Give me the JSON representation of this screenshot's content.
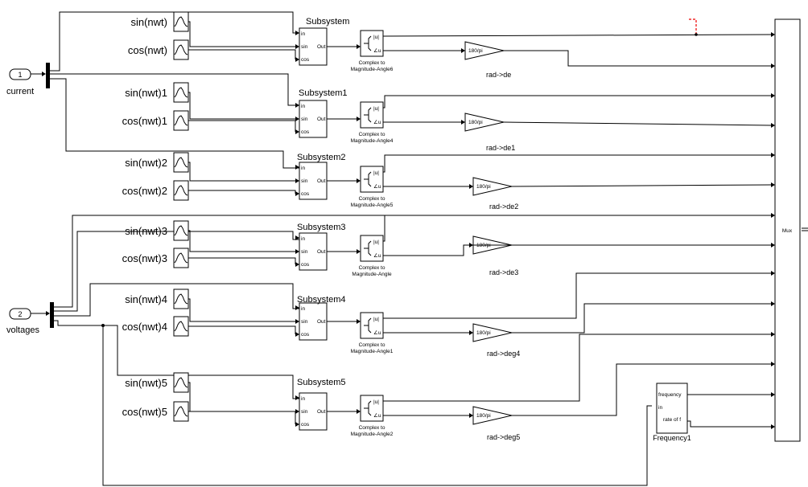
{
  "inports": [
    {
      "num": "1",
      "label": "current"
    },
    {
      "num": "2",
      "label": "voltages"
    }
  ],
  "subsystems": [
    {
      "title": "Subsystem",
      "port_in": "in",
      "port_sin": "sin",
      "port_cos": "cos",
      "port_out": "Out",
      "sin_src": "sin(nwt)",
      "cos_src": "cos(nwt)",
      "complex_line1": "Complex to",
      "complex_line2": "Magnitude-Angle6",
      "mag": "|u|",
      "ang": "∠u",
      "gain": "180/pi",
      "gain_label": "rad->de"
    },
    {
      "title": "Subsystem1",
      "port_in": "in",
      "port_sin": "sin",
      "port_cos": "cos",
      "port_out": "Out",
      "sin_src": "sin(nwt)1",
      "cos_src": "cos(nwt)1",
      "complex_line1": "Complex to",
      "complex_line2": "Magnitude-Angle4",
      "mag": "|u|",
      "ang": "∠u",
      "gain": "180/pi",
      "gain_label": "rad->de1"
    },
    {
      "title": "Subsystem2",
      "port_in": "in",
      "port_sin": "sin",
      "port_cos": "cos",
      "port_out": "Out",
      "sin_src": "sin(nwt)2",
      "cos_src": "cos(nwt)2",
      "complex_line1": "Complex to",
      "complex_line2": "Magnitude-Angle5",
      "mag": "|u|",
      "ang": "∠u",
      "gain": "180/pi",
      "gain_label": "rad->de2"
    },
    {
      "title": "Subsystem3",
      "port_in": "in",
      "port_sin": "sin",
      "port_cos": "cos",
      "port_out": "Out",
      "sin_src": "sin(nwt)3",
      "cos_src": "cos(nwt)3",
      "complex_line1": "Complex to",
      "complex_line2": "Magnitude-Angle",
      "mag": "|u|",
      "ang": "∠u",
      "gain": "180/pi",
      "gain_label": "rad->de3"
    },
    {
      "title": "Subsystem4",
      "port_in": "in",
      "port_sin": "sin",
      "port_cos": "cos",
      "port_out": "Out",
      "sin_src": "sin(nwt)4",
      "cos_src": "cos(nwt)4",
      "complex_line1": "Complex to",
      "complex_line2": "Magnitude-Angle1",
      "mag": "|u|",
      "ang": "∠u",
      "gain": "180/pi",
      "gain_label": "rad->deg4"
    },
    {
      "title": "Subsystem5",
      "port_in": "in",
      "port_sin": "sin",
      "port_cos": "cos",
      "port_out": "Out",
      "sin_src": "sin(nwt)5",
      "cos_src": "cos(nwt)5",
      "complex_line1": "Complex to",
      "complex_line2": "Magnitude-Angle2",
      "mag": "|u|",
      "ang": "∠u",
      "gain": "180/pi",
      "gain_label": "rad->deg5"
    }
  ],
  "frequency_block": {
    "port_frequency": "frequency",
    "port_in": "in",
    "port_rate": "rate of f",
    "label": "Frequency1"
  },
  "mux": {
    "label": "Mux"
  }
}
